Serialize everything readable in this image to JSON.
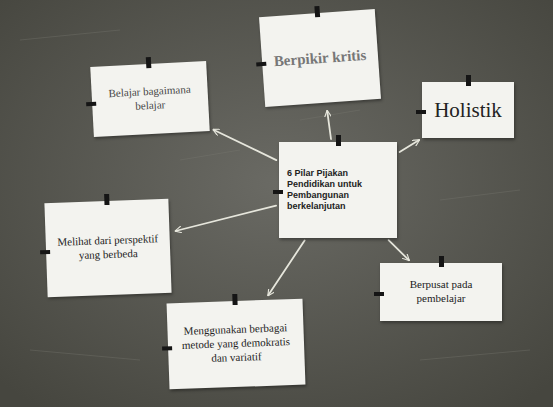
{
  "diagram": {
    "nodes": [
      {
        "text": [
          "6 Pilar Pijakan Pendidikan untuk Pembangunan berkelanjutan"
        ]
      },
      {
        "text": [
          "Belajar bagaimana belajar"
        ]
      },
      {
        "text": [
          "Berpikir kritis"
        ]
      },
      {
        "text": [
          "Holistik"
        ]
      },
      {
        "text": [
          "Melihat dari perspektif yang berbeda"
        ]
      },
      {
        "text": [
          "Berpusat pada pembelajar"
        ]
      },
      {
        "text": [
          "Menggunakan berbagai metode yang demokratis dan variatif"
        ]
      }
    ],
    "edges": [
      {
        "from": 0,
        "to": 1,
        "arrow": "to"
      },
      {
        "from": 0,
        "to": 2,
        "arrow": "to"
      },
      {
        "from": 0,
        "to": 3,
        "arrow": "to"
      },
      {
        "from": 0,
        "to": 4,
        "arrow": "to"
      },
      {
        "from": 0,
        "to": 5,
        "arrow": "to"
      },
      {
        "from": 0,
        "to": 6,
        "arrow": "to"
      }
    ]
  }
}
